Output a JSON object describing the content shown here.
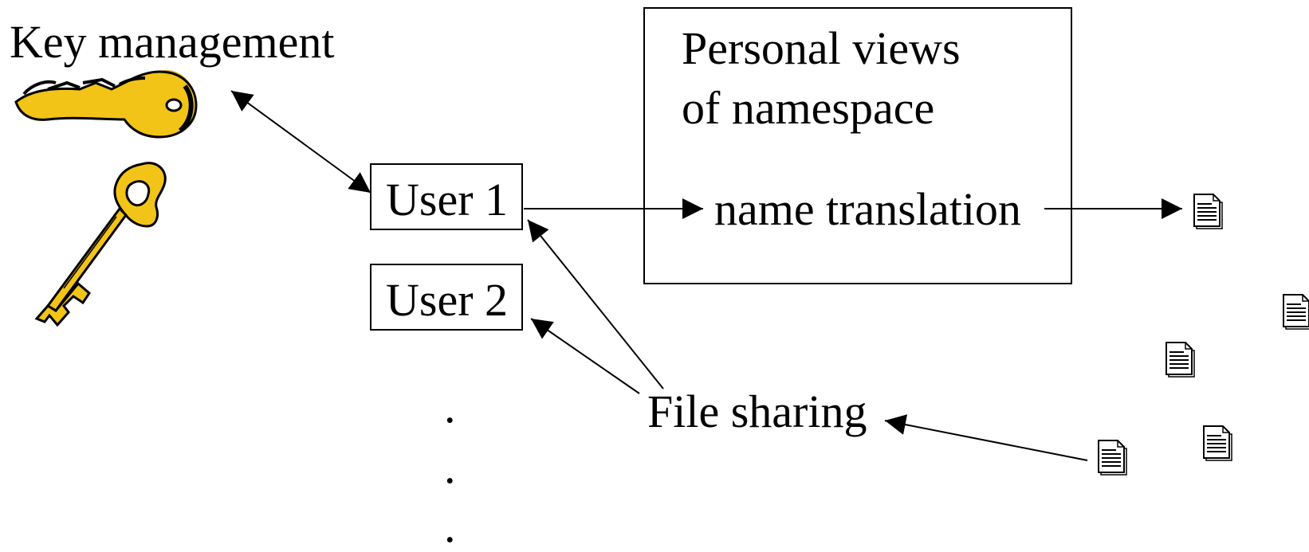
{
  "labels": {
    "key_management": "Key management",
    "personal_views_line1": "Personal views",
    "personal_views_line2": "of namespace",
    "name_translation": "name translation",
    "user1": "User 1",
    "user2": "User 2",
    "file_sharing": "File sharing",
    "ellipsis_dot": "."
  },
  "icons": {
    "key_horizontal": "key-icon",
    "key_vertical": "skeleton-key-icon",
    "document": "document-icon"
  },
  "colors": {
    "key_fill": "#f2c418",
    "key_shadow": "#d9a800",
    "stroke": "#000000"
  }
}
